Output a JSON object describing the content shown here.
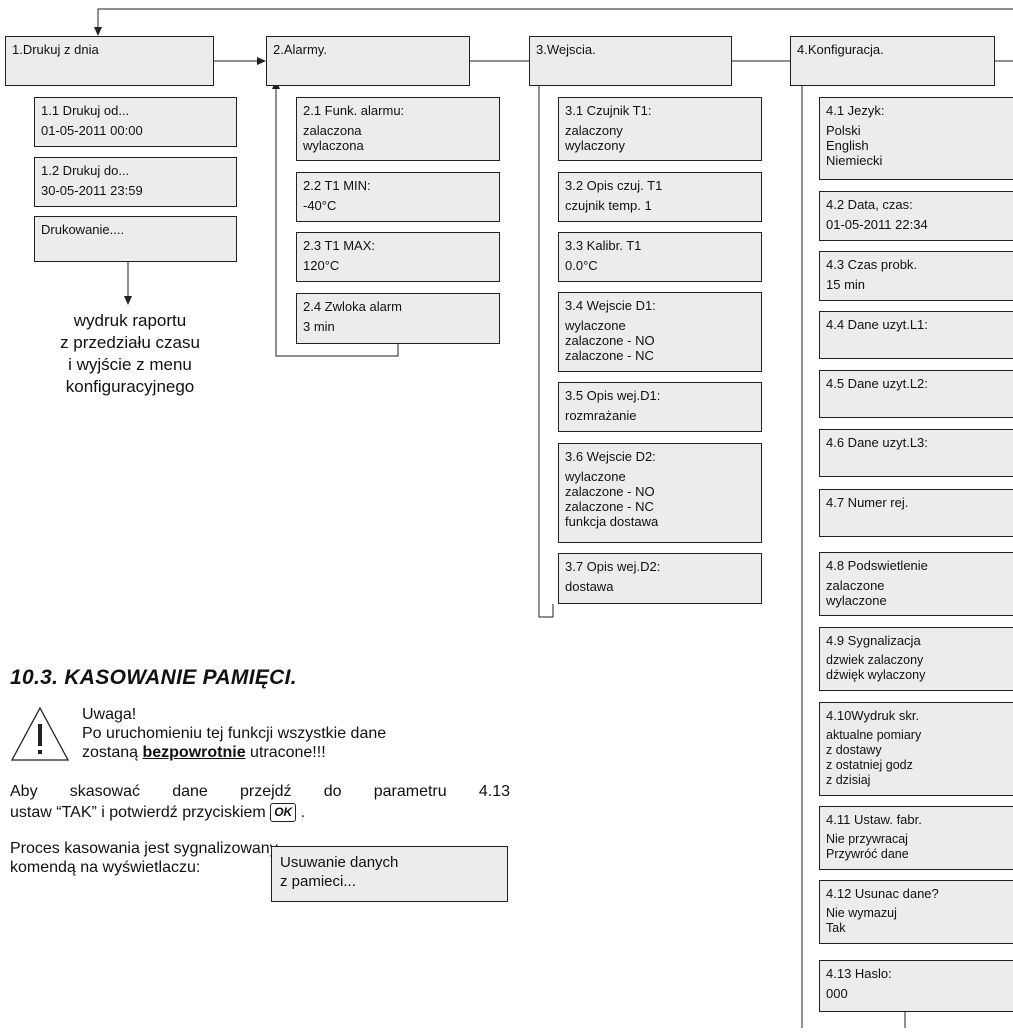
{
  "menu": {
    "m1": {
      "title": "1.Drukuj z dnia"
    },
    "m2": {
      "title": "2.Alarmy."
    },
    "m3": {
      "title": "3.Wejscia."
    },
    "m4": {
      "title": "4.Konfiguracja."
    }
  },
  "sub1": [
    {
      "title": "1.1 Drukuj od...",
      "options": [
        "01-05-2011 00:00"
      ]
    },
    {
      "title": "1.2 Drukuj do...",
      "options": [
        "30-05-2011 23:59"
      ]
    },
    {
      "title": "Drukowanie....",
      "options": []
    }
  ],
  "sub2": [
    {
      "title": "2.1 Funk. alarmu:",
      "options": [
        "zalaczona",
        "wylaczona"
      ]
    },
    {
      "title": "2.2 T1 MIN:",
      "options": [
        "-40°C"
      ]
    },
    {
      "title": "2.3 T1 MAX:",
      "options": [
        "120°C"
      ]
    },
    {
      "title": "2.4 Zwloka alarm",
      "options": [
        "3 min"
      ]
    }
  ],
  "sub3": [
    {
      "title": "3.1 Czujnik T1:",
      "options": [
        "zalaczony",
        "wylaczony"
      ]
    },
    {
      "title": "3.2 Opis czuj. T1",
      "options": [
        "czujnik temp. 1"
      ]
    },
    {
      "title": "3.3 Kalibr. T1",
      "options": [
        "0.0°C"
      ]
    },
    {
      "title": "3.4 Wejscie D1:",
      "options": [
        "wylaczone",
        "zalaczone - NO",
        "zalaczone - NC"
      ]
    },
    {
      "title": "3.5 Opis wej.D1:",
      "options": [
        "rozmrażanie"
      ]
    },
    {
      "title": "3.6 Wejscie D2:",
      "options": [
        "wylaczone",
        "zalaczone - NO",
        "zalaczone - NC",
        "funkcja dostawa"
      ]
    },
    {
      "title": "3.7 Opis wej.D2:",
      "options": [
        "dostawa"
      ]
    }
  ],
  "sub4": [
    {
      "title": "4.1 Jezyk:",
      "options": [
        "Polski",
        "English",
        "Niemiecki"
      ]
    },
    {
      "title": "4.2 Data, czas:",
      "options": [
        "01-05-2011 22:34"
      ]
    },
    {
      "title": "4.3 Czas probk.",
      "options": [
        "15 min"
      ]
    },
    {
      "title": "4.4 Dane uzyt.L1:",
      "options": []
    },
    {
      "title": "4.5 Dane uzyt.L2:",
      "options": []
    },
    {
      "title": "4.6 Dane uzyt.L3:",
      "options": []
    },
    {
      "title": "4.7 Numer rej.",
      "options": []
    },
    {
      "title": "4.8 Podswietlenie",
      "options": [
        "zalaczone",
        "wylaczone"
      ]
    },
    {
      "title": "4.9 Sygnalizacja",
      "options": [
        "dzwiek zalaczony",
        "dźwięk wylaczony"
      ]
    },
    {
      "title": "4.10Wydruk skr.",
      "options": [
        "aktualne pomiary",
        "z dostawy",
        "z ostatniej godz",
        "z dzisiaj"
      ]
    },
    {
      "title": "4.11 Ustaw. fabr.",
      "options": [
        "Nie przywracaj",
        "Przywróć dane"
      ]
    },
    {
      "title": "4.12 Usunac dane?",
      "options": [
        "Nie wymazuj",
        "Tak"
      ]
    },
    {
      "title": "4.13 Haslo:",
      "options": [
        "000"
      ]
    }
  ],
  "note": [
    "wydruk raportu",
    "z przedziału czasu",
    "i wyjście z menu",
    "konfiguracyjnego"
  ],
  "section_title": "10.3. KASOWANIE PAMIĘCI.",
  "warning": {
    "heading": "Uwaga!",
    "line1": "Po uruchomieniu tej funkcji wszystkie dane",
    "line2_pre": "zostaną ",
    "line2_bold": "bezpowrotnie",
    "line2_post": " utracone!!!"
  },
  "para1": {
    "line1": "Aby skasować dane przejdź do parametru 4.13",
    "line2_pre": "ustaw “TAK” i potwierdź przyciskiem",
    "ok_key": "OK",
    "line2_post": "."
  },
  "para2": {
    "line1": "Proces kasowania jest sygnalizowany",
    "line2": "komendą na wyświetlaczu:"
  },
  "display": {
    "line1": "Usuwanie danych",
    "line2": "z pamieci..."
  },
  "warning_icon": "warning-triangle-icon",
  "ok_icon": "ok-key-icon"
}
